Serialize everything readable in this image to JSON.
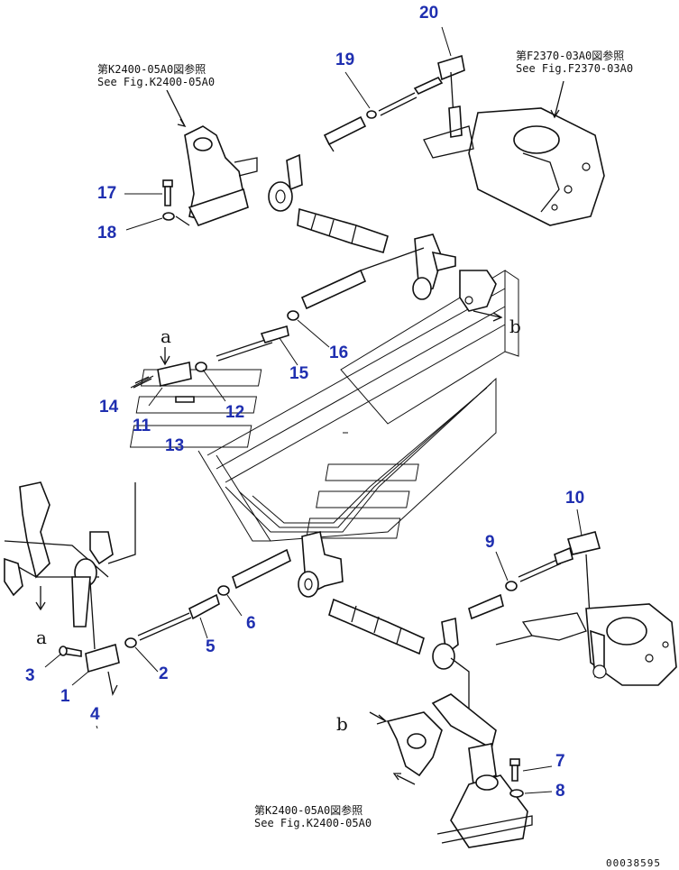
{
  "refs": [
    {
      "id": "ref-top-left",
      "jp": "第K2400-05A0図参照",
      "en": "See Fig.K2400-05A0"
    },
    {
      "id": "ref-top-right",
      "jp": "第F2370-03A0図参照",
      "en": "See Fig.F2370-03A0"
    },
    {
      "id": "ref-bottom",
      "jp": "第K2400-05A0図参照",
      "en": "See Fig.K2400-05A0"
    }
  ],
  "callouts": [
    "1",
    "2",
    "3",
    "4",
    "5",
    "6",
    "7",
    "8",
    "9",
    "10",
    "11",
    "12",
    "13",
    "14",
    "15",
    "16",
    "17",
    "18",
    "19",
    "20"
  ],
  "letters": {
    "a_upper": "a",
    "a_lower": "a",
    "b_upper": "b",
    "b_lower": "b"
  },
  "doc_number": "00038595",
  "colors": {
    "callout": "#1f2fb0",
    "line": "#111111",
    "background": "#ffffff"
  }
}
